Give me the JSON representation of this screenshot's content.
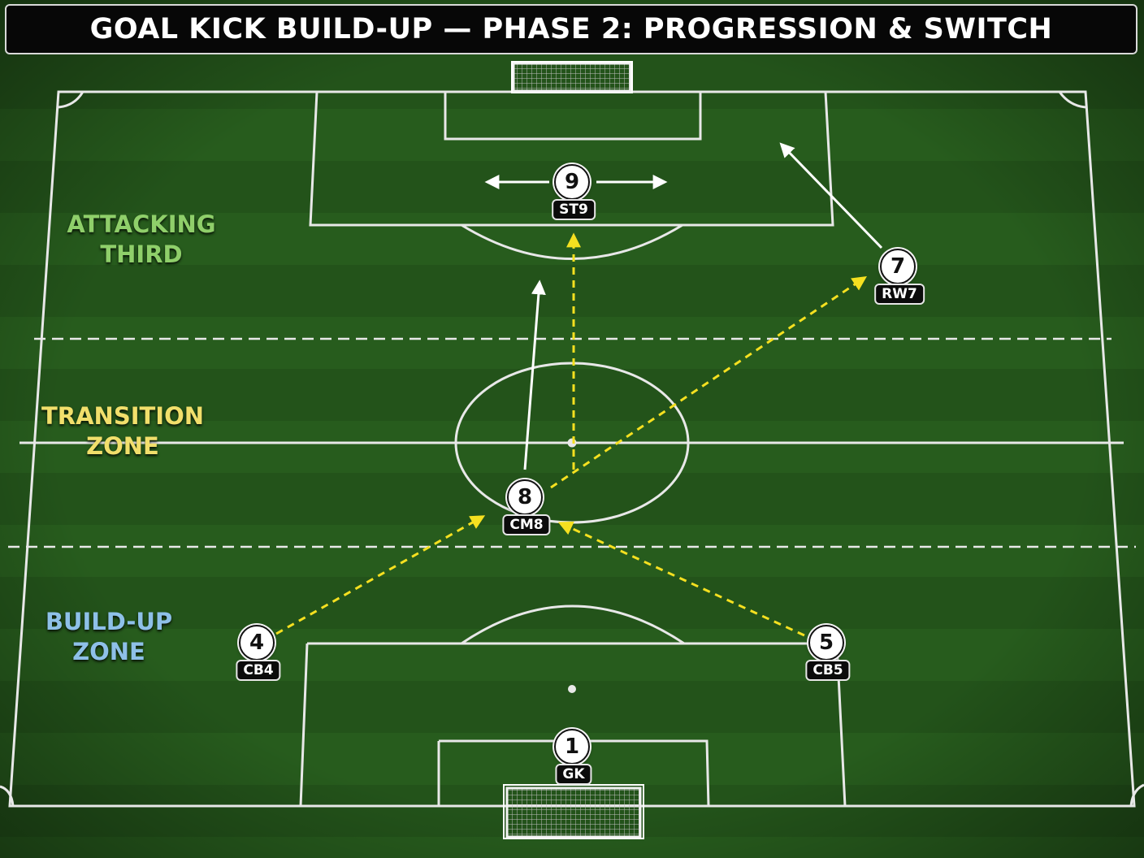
{
  "title": "GOAL KICK BUILD-UP — PHASE 2: PROGRESSION & SWITCH",
  "colors": {
    "attacking_zone": "#8fcf6a",
    "transition_zone": "#f1df6b",
    "buildup_zone": "#8ec0e8",
    "pass_line": "#f5e020",
    "run_line": "#ffffff",
    "grass_dark": "#23531a",
    "grass_light": "#2c6420"
  },
  "zones": {
    "attacking": [
      "ATTACKING",
      "THIRD"
    ],
    "transition": [
      "TRANSITION",
      "ZONE"
    ],
    "buildup": [
      "BUILD-UP",
      "ZONE"
    ]
  },
  "players": {
    "gk": {
      "number": "1",
      "label": "GK"
    },
    "cb4": {
      "number": "4",
      "label": "CB4"
    },
    "cb5": {
      "number": "5",
      "label": "CB5"
    },
    "cm8": {
      "number": "8",
      "label": "CM8"
    },
    "st9": {
      "number": "9",
      "label": "ST9"
    },
    "rw7": {
      "number": "7",
      "label": "RW7"
    }
  },
  "passes": [
    {
      "from": "CB4",
      "to": "CM8"
    },
    {
      "from": "CB5",
      "to": "CM8"
    },
    {
      "from": "CM8",
      "to": "ST9"
    },
    {
      "from": "CM8",
      "to": "RW7"
    }
  ],
  "runs": [
    {
      "player": "CM8",
      "direction": "forward"
    },
    {
      "player": "RW7",
      "direction": "diagonal-inside"
    },
    {
      "player": "ST9",
      "direction": "lateral-both-ways"
    }
  ]
}
